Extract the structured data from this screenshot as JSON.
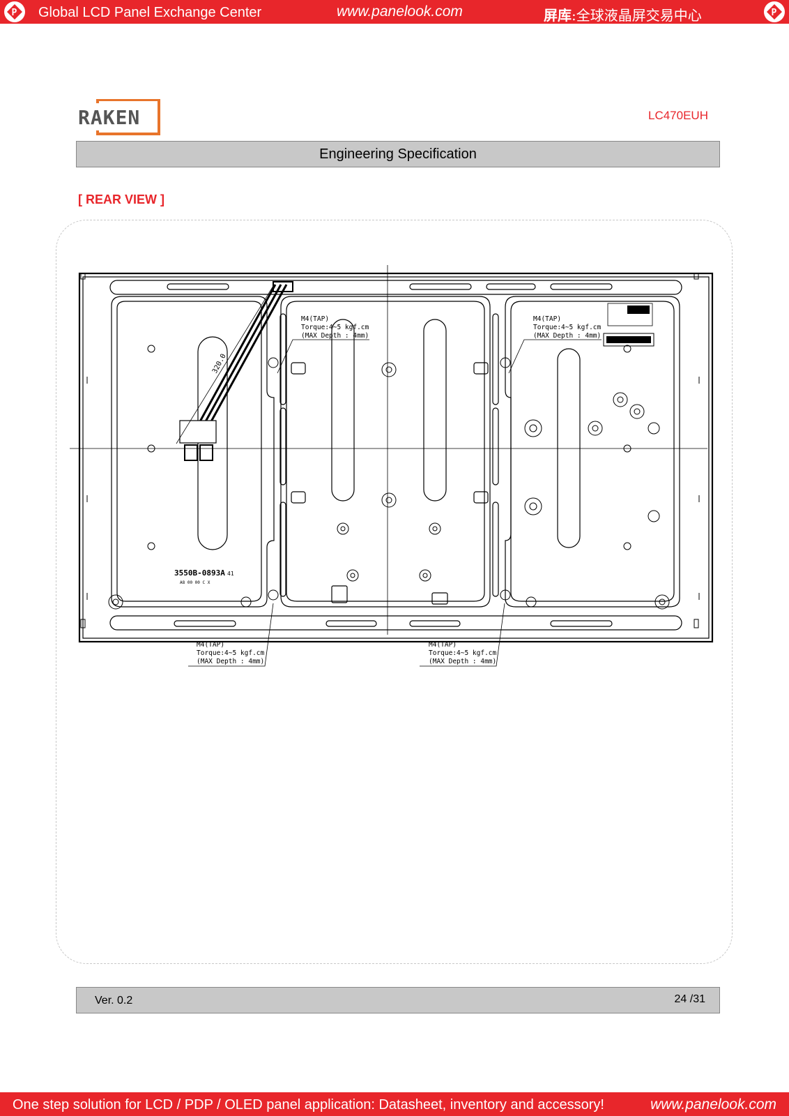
{
  "top_banner": {
    "left_text": "Global LCD Panel Exchange Center",
    "center_url": "www.panelook.com",
    "right_brand": "屏库",
    "right_text": ":全球液晶屏交易中心",
    "badge_icon": "panelook-p-icon",
    "accent_color": "#e8262b"
  },
  "logo": {
    "text": "RAKEN",
    "frame_color": "#e8742b",
    "text_color": "#555555"
  },
  "model": "LC470EUH",
  "header_title": "Engineering Specification",
  "section_title": "[ REAR VIEW ]",
  "drawing": {
    "callouts": {
      "top_left": [
        "M4(TAP)",
        "Torque:4~5 kgf.cm",
        "(MAX Depth : 4mm)"
      ],
      "top_right": [
        "M4(TAP)",
        "Torque:4~5 kgf.cm",
        "(MAX Depth : 4mm)"
      ],
      "bottom_left": [
        "M4(TAP)",
        "Torque:4~5 kgf.cm",
        "(MAX Depth : 4mm)"
      ],
      "bottom_right": [
        "M4(TAP)",
        "Torque:4~5 kgf.cm",
        "(MAX Depth : 4mm)"
      ]
    },
    "cable_dimension": "320.0",
    "part_number": "3550B-0893A",
    "part_number_suffix": "41",
    "part_code_small": "A8 00 00 C X"
  },
  "footer": {
    "version": "Ver. 0.2",
    "page": "24 /31"
  },
  "bottom_banner": {
    "text": "One step solution for LCD / PDP / OLED panel application: Datasheet, inventory and accessory!",
    "url": "www.panelook.com"
  }
}
